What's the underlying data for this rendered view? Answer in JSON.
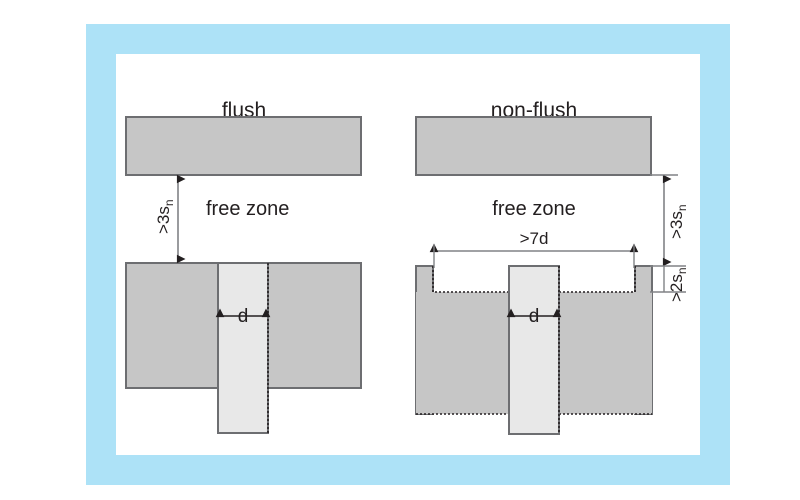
{
  "figure": {
    "type": "technical-diagram",
    "subject": "Mounting free-zone requirements for flush and non-flush proximity sensors",
    "background_color": "#ffffff",
    "frame_color": "#ade2f7",
    "panel_color": "#ffffff",
    "block_fill": "#c6c6c6",
    "block_stroke": "#6d6e71",
    "sensor_fill": "#e8e8e8",
    "dim_line_color": "#808285",
    "text_color": "#231f20"
  },
  "panels": [
    {
      "id": "flush",
      "title": "flush",
      "free_zone_label": "free zone",
      "vertical_dim": {
        "prefix": ">3",
        "symbol": "s",
        "subscript": "n"
      },
      "sensor_dim": "d",
      "has_recess": false
    },
    {
      "id": "non-flush",
      "title": "non-flush",
      "free_zone_label": "free zone",
      "width_dim": ">7d",
      "vertical_dim": {
        "prefix": ">3",
        "symbol": "s",
        "subscript": "n"
      },
      "recess_dim": {
        "prefix": ">2",
        "symbol": "s",
        "subscript": "n"
      },
      "sensor_dim": "d",
      "has_recess": true
    }
  ],
  "labels": {
    "flush_title": "flush",
    "nonflush_title": "non-flush",
    "free_zone_left": "free zone",
    "free_zone_right": "free zone",
    "dim_3sn_left_prefix": ">3",
    "dim_3sn_left_s": "s",
    "dim_3sn_left_sub": "n",
    "dim_3sn_right_prefix": ">3",
    "dim_3sn_right_s": "s",
    "dim_3sn_right_sub": "n",
    "dim_2sn_prefix": ">2",
    "dim_2sn_s": "s",
    "dim_2sn_sub": "n",
    "dim_7d": ">7d",
    "d_left": "d",
    "d_right": "d"
  }
}
